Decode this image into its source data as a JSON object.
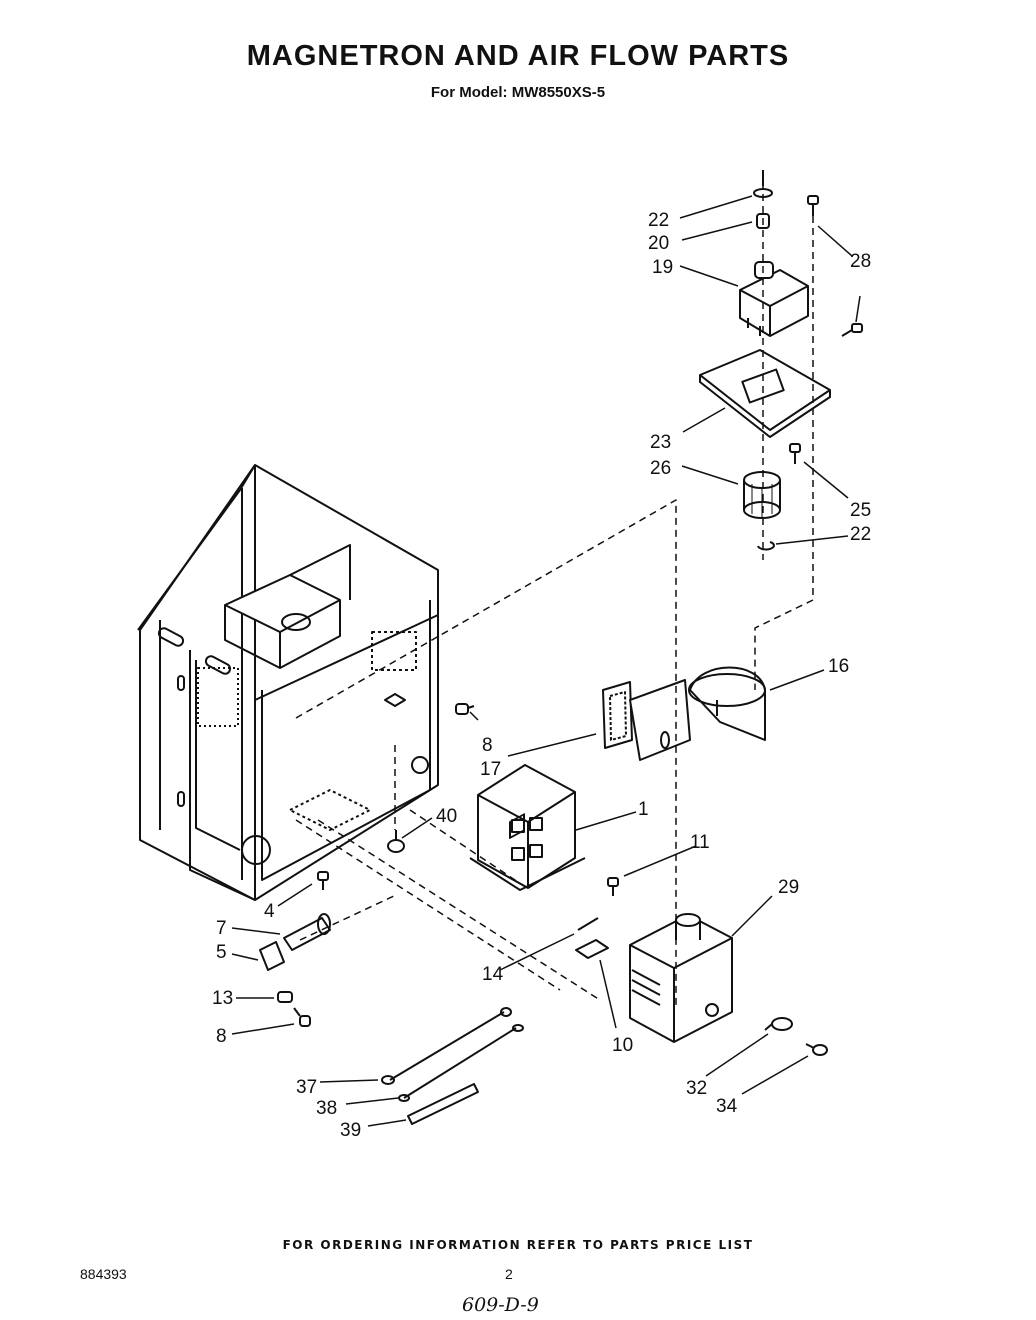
{
  "header": {
    "title": "MAGNETRON AND AIR FLOW PARTS",
    "subtitle": "For Model: MW8550XS-5"
  },
  "callouts": [
    "22",
    "20",
    "19",
    "28",
    "23",
    "26",
    "25",
    "22",
    "16",
    "8",
    "17",
    "1",
    "40",
    "11",
    "29",
    "4",
    "7",
    "5",
    "14",
    "13",
    "8",
    "10",
    "37",
    "38",
    "39",
    "32",
    "34"
  ],
  "footer": {
    "ordering_note": "FOR ORDERING INFORMATION REFER TO PARTS PRICE LIST",
    "document_number": "884393",
    "page_number": "2",
    "handwritten_note": "609-D-9"
  }
}
